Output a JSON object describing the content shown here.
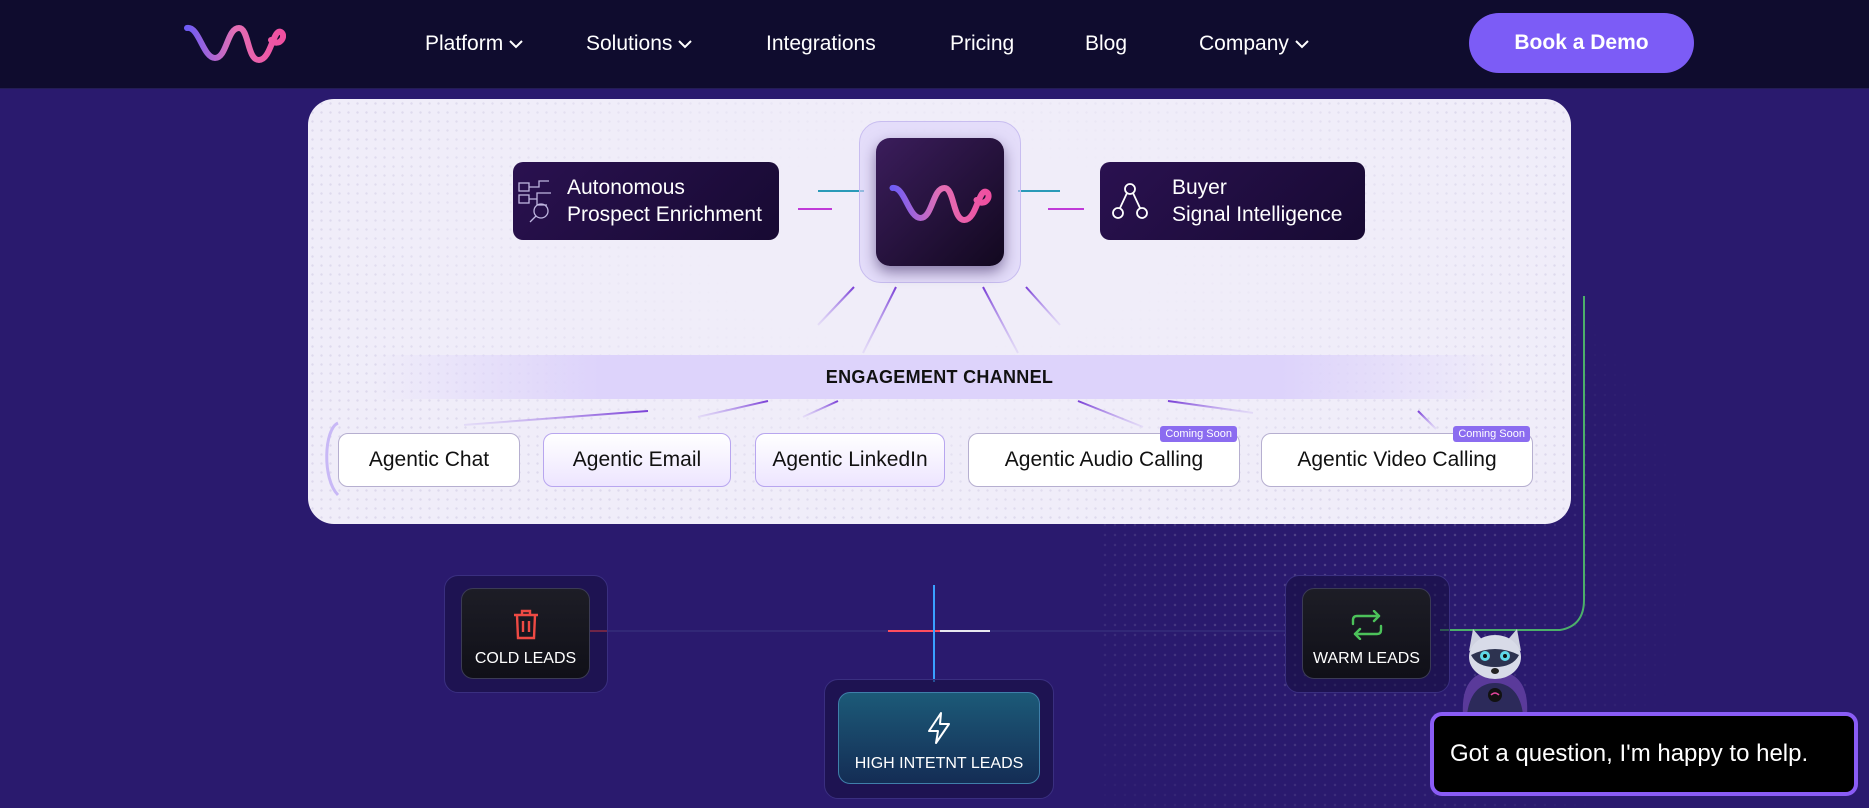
{
  "nav": {
    "items": [
      {
        "label": "Platform",
        "dropdown": true
      },
      {
        "label": "Solutions",
        "dropdown": true
      },
      {
        "label": "Integrations",
        "dropdown": false
      },
      {
        "label": "Pricing",
        "dropdown": false
      },
      {
        "label": "Blog",
        "dropdown": false
      },
      {
        "label": "Company",
        "dropdown": true
      }
    ],
    "cta": "Book a Demo"
  },
  "diagram": {
    "left_node": {
      "line1": "Autonomous",
      "line2": "Prospect Enrichment",
      "icon": "network-search-icon"
    },
    "right_node": {
      "line1": "Buyer",
      "line2": "Signal Intelligence",
      "icon": "nodes-icon"
    },
    "channel_label": "ENGAGEMENT CHANNEL",
    "channels": [
      {
        "label": "Agentic Chat",
        "badge": ""
      },
      {
        "label": "Agentic Email",
        "badge": ""
      },
      {
        "label": "Agentic LinkedIn",
        "badge": ""
      },
      {
        "label": "Agentic Audio Calling",
        "badge": "Coming Soon"
      },
      {
        "label": "Agentic Video Calling",
        "badge": "Coming Soon"
      }
    ]
  },
  "leads": {
    "cold": {
      "label": "COLD LEADS",
      "icon": "trash-icon"
    },
    "high": {
      "label": "HIGH INTETNT LEADS",
      "icon": "lightning-icon"
    },
    "warm": {
      "label": "WARM LEADS",
      "icon": "repeat-icon"
    }
  },
  "chat": {
    "prompt": "Got a question, I'm happy to help."
  },
  "colors": {
    "accent": "#7c5cf6",
    "nav_bg": "#0f0c2e",
    "page_bg": "#2a1a6e"
  }
}
